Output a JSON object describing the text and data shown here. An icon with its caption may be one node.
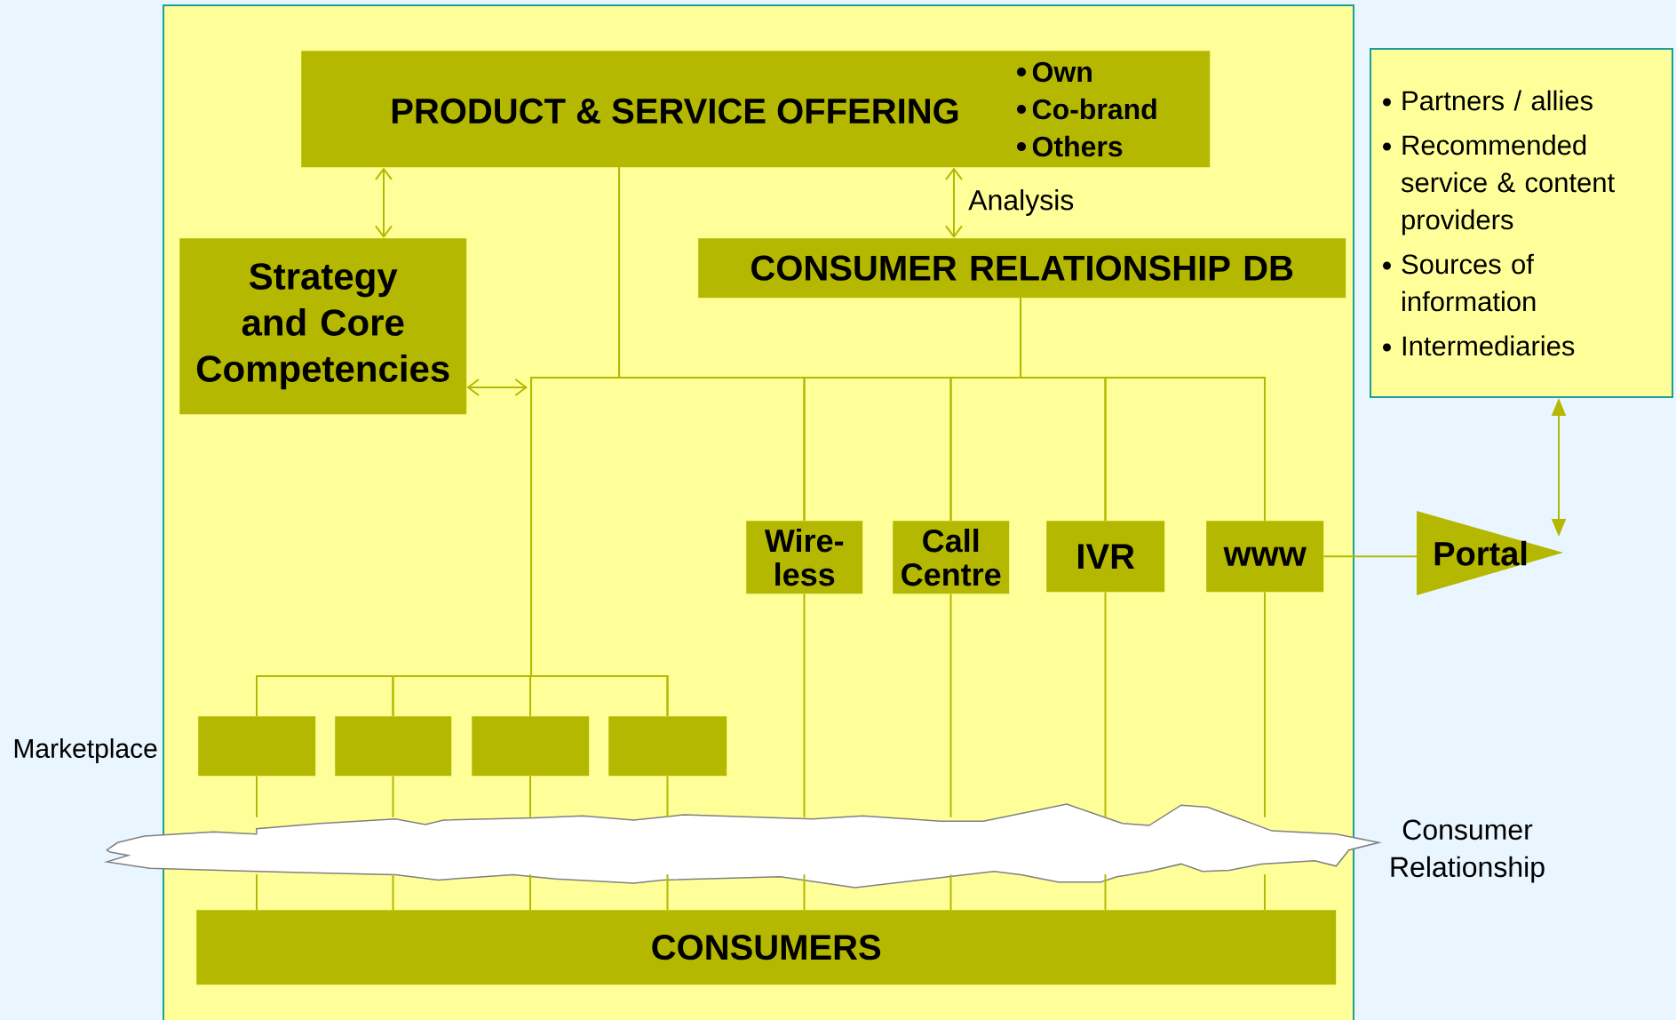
{
  "diagram": {
    "nodes": [
      {
        "text": [
          "PRODUCT & SERVICE OFFERING",
          "Own",
          "Co-brand",
          "Others"
        ]
      },
      {
        "text": [
          "Strategy and Core Competencies"
        ]
      },
      {
        "text": [
          "CONSUMER RELATIONSHIP DB"
        ]
      },
      {
        "text": [
          "Partners / allies",
          "Recommended service & content providers",
          "Sources of information",
          "Intermediaries"
        ]
      },
      {
        "text": [
          "Wire-less"
        ]
      },
      {
        "text": [
          "Call Centre"
        ]
      },
      {
        "text": [
          "IVR"
        ]
      },
      {
        "text": [
          "www"
        ]
      },
      {
        "text": [
          "Portal"
        ]
      },
      {
        "text": [],
        "shape": "box"
      },
      {
        "text": [],
        "shape": "box"
      },
      {
        "text": [],
        "shape": "box"
      },
      {
        "text": [],
        "shape": "box"
      },
      {
        "text": [],
        "shape": "cloud",
        "beside": [
          "Consumer Relationship"
        ]
      },
      {
        "text": [
          "CONSUMERS"
        ]
      }
    ],
    "edges": [
      {
        "from": 0,
        "to": 1,
        "arrow": "both"
      },
      {
        "from": 0,
        "to": 2,
        "arrow": "both",
        "label": "Analysis"
      },
      {
        "from": 1,
        "to": null,
        "arrow": "both"
      },
      {
        "from": 0,
        "to": 4,
        "arrow": "none"
      },
      {
        "from": 0,
        "to": 5,
        "arrow": "none"
      },
      {
        "from": 0,
        "to": 6,
        "arrow": "none"
      },
      {
        "from": 0,
        "to": 7,
        "arrow": "none"
      },
      {
        "from": 0,
        "to": 9,
        "arrow": "none"
      },
      {
        "from": 0,
        "to": 10,
        "arrow": "none"
      },
      {
        "from": 0,
        "to": 11,
        "arrow": "none"
      },
      {
        "from": 0,
        "to": 12,
        "arrow": "none"
      },
      {
        "from": 2,
        "to": 4,
        "arrow": "none"
      },
      {
        "from": 2,
        "to": 5,
        "arrow": "none"
      },
      {
        "from": 2,
        "to": 6,
        "arrow": "none"
      },
      {
        "from": 2,
        "to": 7,
        "arrow": "none"
      },
      {
        "from": 2,
        "to": 9,
        "arrow": "none"
      },
      {
        "from": 2,
        "to": 10,
        "arrow": "none"
      },
      {
        "from": 2,
        "to": 11,
        "arrow": "none"
      },
      {
        "from": 2,
        "to": 12,
        "arrow": "none"
      },
      {
        "from": 7,
        "to": 8,
        "arrow": "none"
      },
      {
        "from": 3,
        "to": 8,
        "arrow": "both"
      },
      {
        "from": 4,
        "to": 13,
        "arrow": "none"
      },
      {
        "from": 5,
        "to": 13,
        "arrow": "none"
      },
      {
        "from": 6,
        "to": 13,
        "arrow": "none"
      },
      {
        "from": 7,
        "to": 13,
        "arrow": "none"
      },
      {
        "from": 9,
        "to": 13,
        "arrow": "none"
      },
      {
        "from": 10,
        "to": 13,
        "arrow": "none"
      },
      {
        "from": 11,
        "to": 13,
        "arrow": "none"
      },
      {
        "from": 12,
        "to": 13,
        "arrow": "none"
      },
      {
        "from": 13,
        "to": 14,
        "arrow": "none"
      },
      {
        "from": 13,
        "to": 14,
        "arrow": "none"
      },
      {
        "from": 13,
        "to": 14,
        "arrow": "none"
      },
      {
        "from": 13,
        "to": 14,
        "arrow": "none"
      },
      {
        "from": 13,
        "to": 14,
        "arrow": "none"
      },
      {
        "from": 13,
        "to": 14,
        "arrow": "none"
      },
      {
        "from": 13,
        "to": 14,
        "arrow": "none"
      },
      {
        "from": 13,
        "to": 14,
        "arrow": "none"
      }
    ],
    "labels": [
      "Marketplace"
    ]
  }
}
